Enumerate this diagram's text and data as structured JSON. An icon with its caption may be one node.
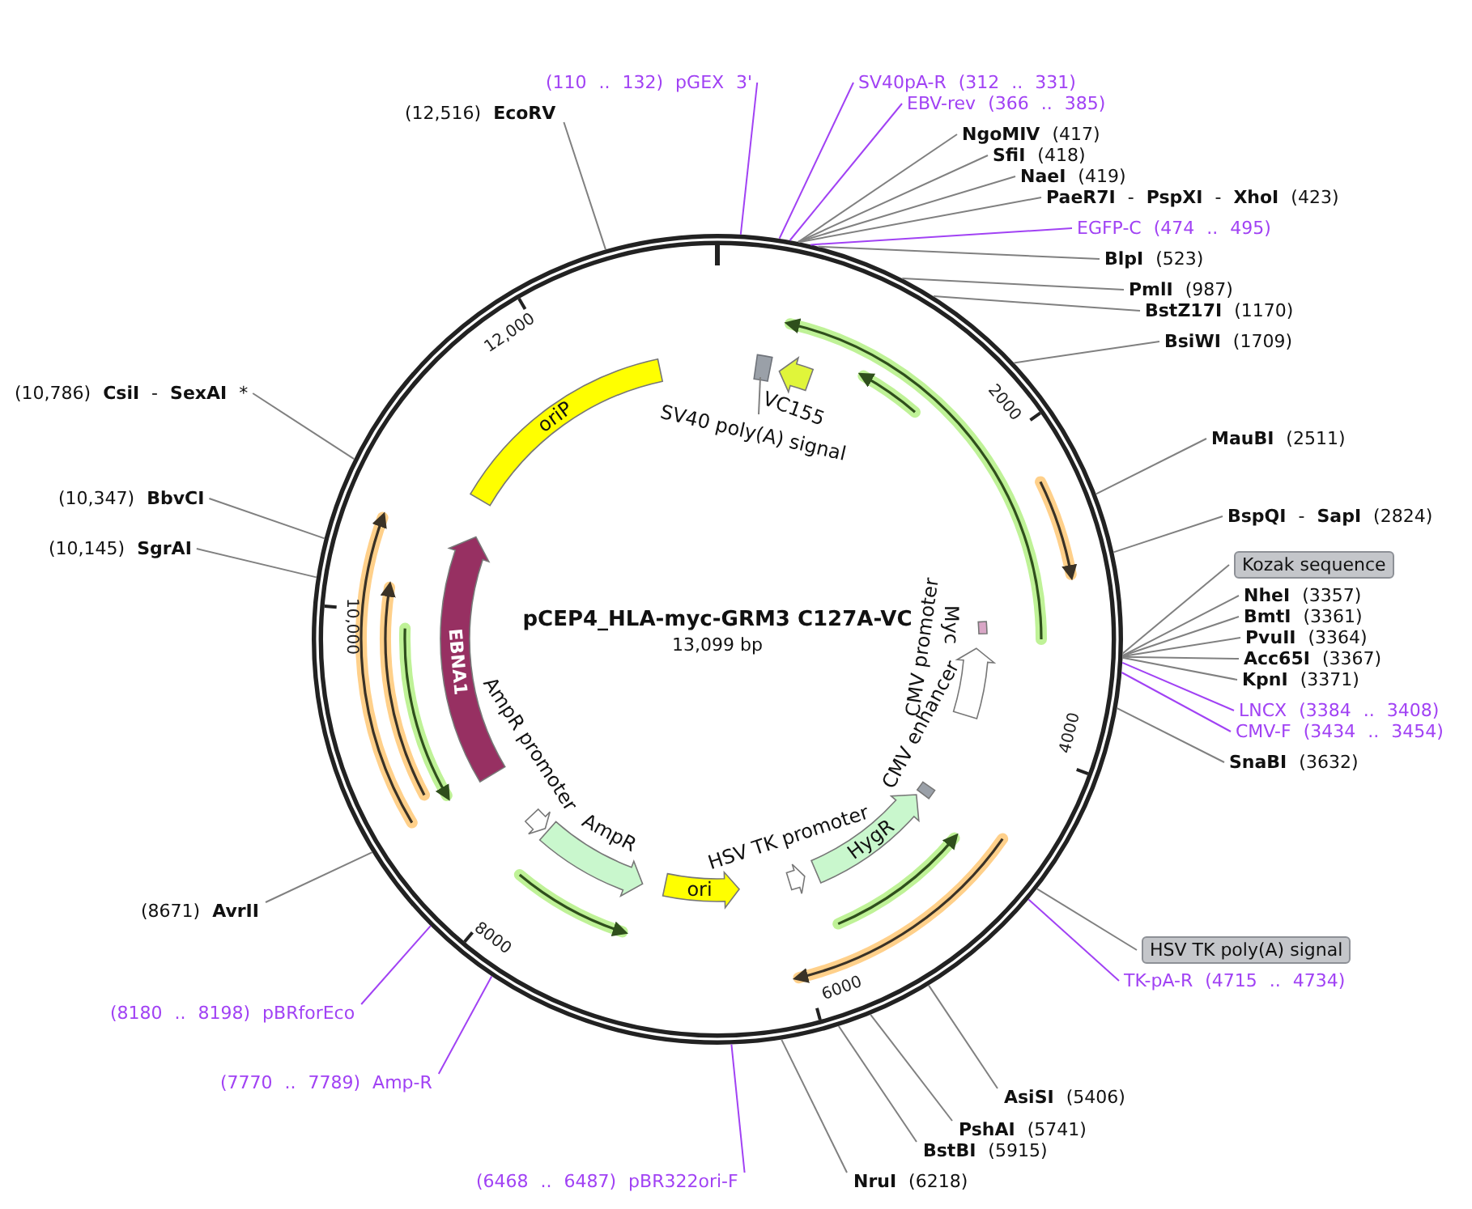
{
  "diagram": {
    "title": "pCEP4_HLA-myc-GRM3 C127A-VC",
    "nodes": [
      {
        "text": [
          "(12,516) **EcoRV**"
        ]
      },
      {
        "text": [
          "(110 .. 132) pGEX 3'"
        ]
      },
      {
        "text": [
          "SV40pA-R (312 .. 331)"
        ]
      },
      {
        "text": [
          "EBV-rev (366 .. 385)"
        ]
      },
      {
        "text": [
          "**NgoMIV** (417)"
        ]
      },
      {
        "text": [
          "**SfiI** (418)"
        ]
      },
      {
        "text": [
          "**NaeI** (419)"
        ]
      },
      {
        "text": [
          "**PaeR7I** - **PspXI** - **XhoI** (423)"
        ]
      },
      {
        "text": [
          "EGFP-C (474 .. 495)"
        ]
      },
      {
        "text": [
          "**BlpI** (523)"
        ]
      },
      {
        "text": [
          "**PmlI** (987)"
        ]
      },
      {
        "text": [
          "**BstZ17I** (1170)"
        ]
      },
      {
        "text": [
          "**BsiWI** (1709)"
        ]
      },
      {
        "text": [
          "**MauBI** (2511)"
        ]
      },
      {
        "text": [
          "**BspQI** - **SapI** (2824)"
        ]
      },
      {
        "text": [
          "Kozak sequence"
        ]
      },
      {
        "text": [
          "**NheI** (3357)"
        ]
      },
      {
        "text": [
          "**BmtI** (3361)"
        ]
      },
      {
        "text": [
          "**PvuII** (3364)"
        ]
      },
      {
        "text": [
          "**Acc65I** (3367)"
        ]
      },
      {
        "text": [
          "**KpnI** (3371)"
        ]
      },
      {
        "text": [
          "LNCX (3384 .. 3408)"
        ]
      },
      {
        "text": [
          "CMV-F (3434 .. 3454)"
        ]
      },
      {
        "text": [
          "**SnaBI** (3632)"
        ]
      },
      {
        "text": [
          "HSV TK poly(A) signal"
        ]
      },
      {
        "text": [
          "TK-pA-R (4715 .. 4734)"
        ]
      },
      {
        "text": [
          "**AsiSI** (5406)"
        ]
      },
      {
        "text": [
          "**PshAI** (5741)"
        ]
      },
      {
        "text": [
          "**BstBI** (5915)"
        ]
      },
      {
        "text": [
          "**NruI** (6218)"
        ]
      },
      {
        "text": [
          "(6468 .. 6487) pBR322ori-F"
        ]
      },
      {
        "text": [
          "(7770 .. 7789) Amp-R"
        ]
      },
      {
        "text": [
          "(8180 .. 8198) pBRforEco"
        ]
      },
      {
        "text": [
          "(8671) **AvrII**"
        ]
      },
      {
        "text": [
          "(10,145) **SgrAI**"
        ]
      },
      {
        "text": [
          "(10,347) **BbvCI**"
        ]
      },
      {
        "text": [
          "(10,786) **CsiI** - **SexAI** *"
        ]
      },
      {
        "text": [
          "SV40 poly(A) signal"
        ]
      },
      {
        "text": [],
        "shape": "box"
      }
    ],
    "edges": [
      {
        "from": 0,
        "to": null,
        "arrow": "none"
      },
      {
        "from": 1,
        "to": null,
        "arrow": "none",
        "color": "#a142f4"
      },
      {
        "from": 2,
        "to": null,
        "arrow": "none",
        "color": "#a142f4"
      },
      {
        "from": 3,
        "to": null,
        "arrow": "none",
        "color": "#a142f4"
      },
      {
        "from": 4,
        "to": null,
        "arrow": "none"
      },
      {
        "from": 5,
        "to": null,
        "arrow": "none"
      },
      {
        "from": 6,
        "to": null,
        "arrow": "none"
      },
      {
        "from": 7,
        "to": null,
        "arrow": "none"
      },
      {
        "from": 8,
        "to": null,
        "arrow": "none",
        "color": "#a142f4"
      },
      {
        "from": 9,
        "to": null,
        "arrow": "none"
      },
      {
        "from": 10,
        "to": null,
        "arrow": "none"
      },
      {
        "from": 11,
        "to": null,
        "arrow": "none"
      },
      {
        "from": 12,
        "to": null,
        "arrow": "none"
      },
      {
        "from": 13,
        "to": null,
        "arrow": "none"
      },
      {
        "from": 14,
        "to": null,
        "arrow": "none"
      },
      {
        "from": 15,
        "to": null,
        "arrow": "none"
      },
      {
        "from": 16,
        "to": null,
        "arrow": "none"
      },
      {
        "from": 17,
        "to": null,
        "arrow": "none"
      },
      {
        "from": 18,
        "to": null,
        "arrow": "none"
      },
      {
        "from": 19,
        "to": null,
        "arrow": "none"
      },
      {
        "from": 20,
        "to": null,
        "arrow": "none"
      },
      {
        "from": 21,
        "to": null,
        "arrow": "none",
        "color": "#a142f4"
      },
      {
        "from": 22,
        "to": null,
        "arrow": "none",
        "color": "#a142f4"
      },
      {
        "from": 23,
        "to": null,
        "arrow": "none"
      },
      {
        "from": 24,
        "to": null,
        "arrow": "none"
      },
      {
        "from": 25,
        "to": null,
        "arrow": "none",
        "color": "#a142f4"
      },
      {
        "from": 26,
        "to": null,
        "arrow": "none"
      },
      {
        "from": 27,
        "to": null,
        "arrow": "none"
      },
      {
        "from": 28,
        "to": null,
        "arrow": "none"
      },
      {
        "from": 29,
        "to": null,
        "arrow": "none"
      },
      {
        "from": 30,
        "to": null,
        "arrow": "none",
        "color": "#a142f4"
      },
      {
        "from": 31,
        "to": null,
        "arrow": "none",
        "color": "#a142f4"
      },
      {
        "from": 32,
        "to": null,
        "arrow": "none",
        "color": "#a142f4"
      },
      {
        "from": 33,
        "to": null,
        "arrow": "none"
      },
      {
        "from": 34,
        "to": null,
        "arrow": "none"
      },
      {
        "from": 35,
        "to": null,
        "arrow": "none"
      },
      {
        "from": 36,
        "to": null,
        "arrow": "none"
      },
      {
        "from": 37,
        "to": 38,
        "arrow": "none"
      }
    ],
    "labels": [
      "12,000",
      "2000",
      "oriP",
      "VC155",
      "EBNA1",
      "10,000",
      "CMV promoter",
      "Myc",
      "CMV enhancer",
      "AmpR promoter",
      "4000",
      "AmpR",
      "HSV TK promoter",
      "HygR",
      "ori",
      "8000",
      "6000",
      "13,099 bp"
    ]
  }
}
